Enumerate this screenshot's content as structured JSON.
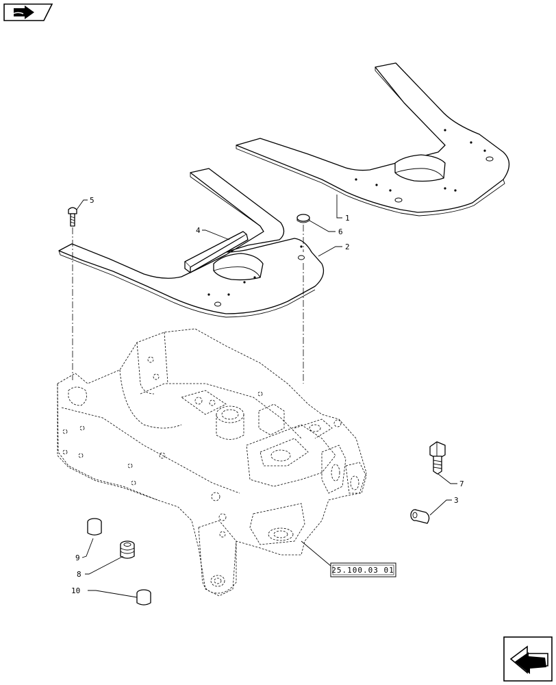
{
  "callouts": {
    "c1": "1",
    "c2": "2",
    "c3": "3",
    "c4": "4",
    "c5": "5",
    "c6": "6",
    "c7": "7",
    "c8": "8",
    "c9": "9",
    "c10": "10"
  },
  "reference": {
    "label": "25.100.03 01"
  },
  "icons": {
    "top_left": "book-navigation-icon",
    "bottom_right": "next-page-arrow-icon"
  }
}
